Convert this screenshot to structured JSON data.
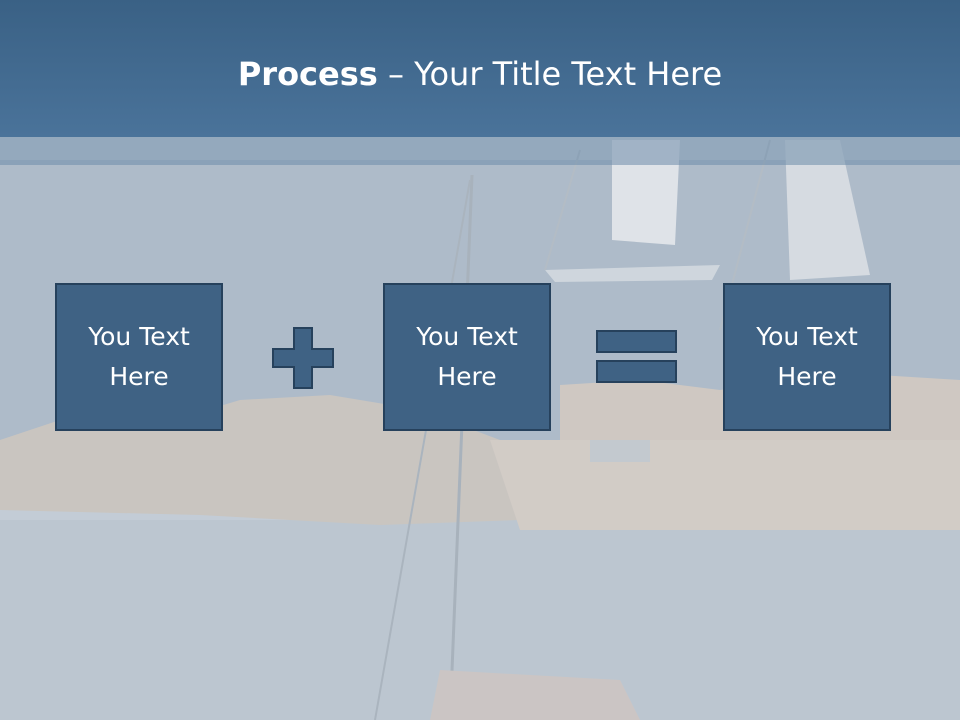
{
  "title": {
    "bold": "Process",
    "rest": " – Your Title Text Here"
  },
  "boxes": [
    {
      "label": "You Text Here"
    },
    {
      "label": "You Text Here"
    },
    {
      "label": "You Text Here"
    }
  ],
  "colors": {
    "title_band": "#446c92",
    "box_fill": "#3f6284",
    "box_border": "#26415c",
    "symbol_fill": "#3f6284"
  },
  "icons": [
    "plus-icon",
    "equals-icon"
  ]
}
